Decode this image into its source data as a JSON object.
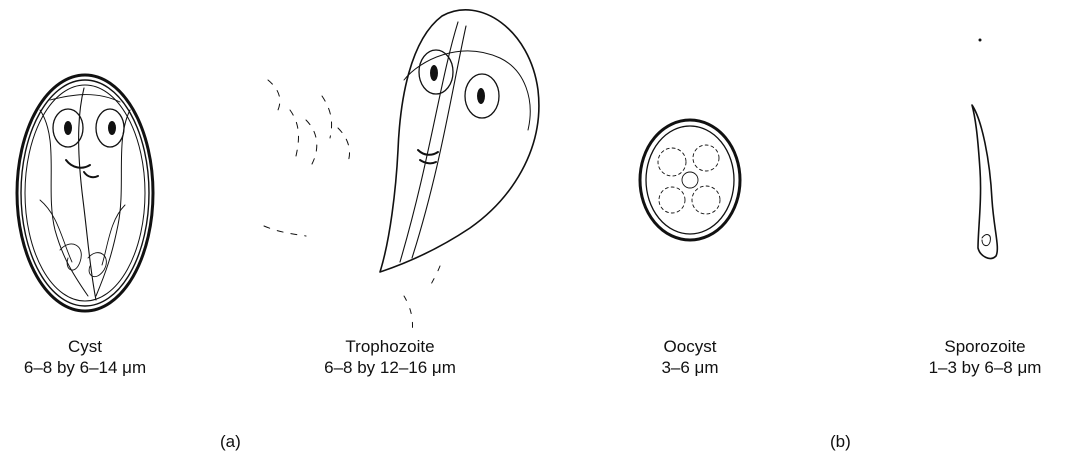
{
  "figure": {
    "organisms": [
      {
        "name": "Cyst",
        "size": "6–8 by 6–14 μm"
      },
      {
        "name": "Trophozoite",
        "size": "6–8 by 12–16 μm"
      },
      {
        "name": "Oocyst",
        "size": "3–6 μm"
      },
      {
        "name": "Sporozoite",
        "size": "1–3 by 6–8 μm"
      }
    ],
    "panel_labels": [
      "(a)",
      "(b)"
    ]
  },
  "colors": {
    "ink": "#111111",
    "background": "#ffffff"
  }
}
